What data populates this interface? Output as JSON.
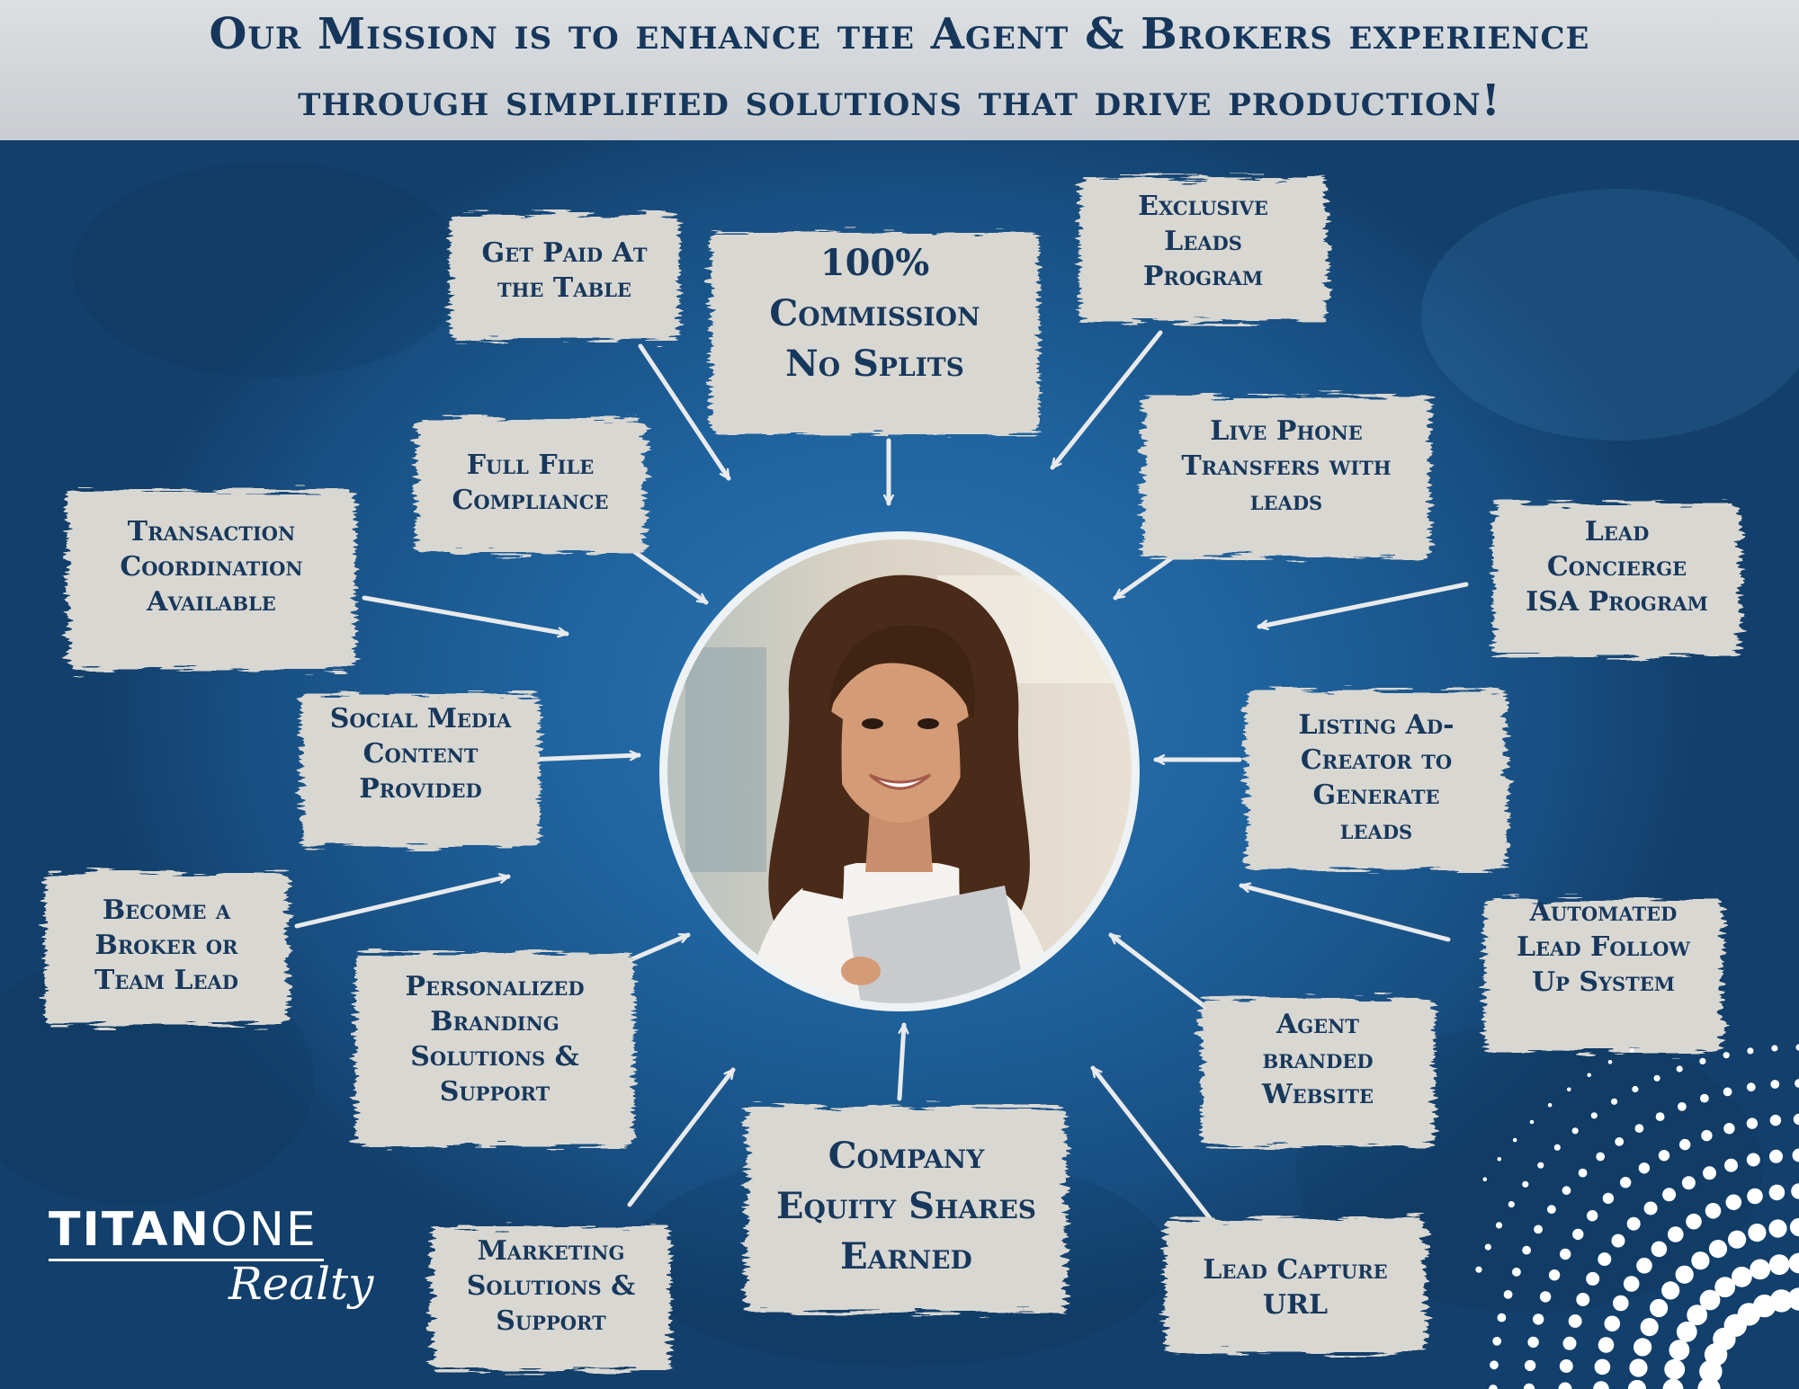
{
  "header": {
    "line1": "Our Mission is to enhance the Agent & Brokers experience",
    "line2": "through simplified solutions that drive production!"
  },
  "features": {
    "get_paid": [
      "Get Paid At",
      "the Table"
    ],
    "commission": [
      "100%",
      "Commission",
      "No Splits"
    ],
    "exclusive_leads": [
      "Exclusive",
      "Leads",
      "Program"
    ],
    "full_file": [
      "Full File",
      "Compliance"
    ],
    "live_phone": [
      "Live Phone",
      "Transfers with",
      "leads"
    ],
    "transaction": [
      "Transaction",
      "Coordination",
      "Available"
    ],
    "lead_concierge": [
      "Lead",
      "Concierge",
      "ISA Program"
    ],
    "social_media": [
      "Social Media",
      "Content",
      "Provided"
    ],
    "listing_ad": [
      "Listing Ad-",
      "Creator to",
      "Generate",
      "leads"
    ],
    "become_broker": [
      "Become a",
      "Broker or",
      "Team Lead"
    ],
    "automated_follow": [
      "Automated",
      "Lead Follow",
      "Up System"
    ],
    "personalized_branding": [
      "Personalized",
      "Branding",
      "Solutions &",
      "Support"
    ],
    "agent_website": [
      "Agent",
      "branded",
      "Website"
    ],
    "company_equity": [
      "Company",
      "Equity Shares",
      "Earned"
    ],
    "marketing": [
      "Marketing",
      "Solutions &",
      "Support"
    ],
    "lead_capture": [
      "Lead Capture",
      "URL"
    ]
  },
  "logo": {
    "brand_bold": "TITAN",
    "brand_light": "ONE",
    "script": "Realty"
  },
  "colors": {
    "navy_text": "#17385c",
    "banner": "#d6d9dc",
    "background": "#1f639e",
    "brush": "#d9d7d2"
  },
  "icons": [
    "arrow-icon",
    "dot-pattern-decoration",
    "woman-portrait-photo"
  ]
}
